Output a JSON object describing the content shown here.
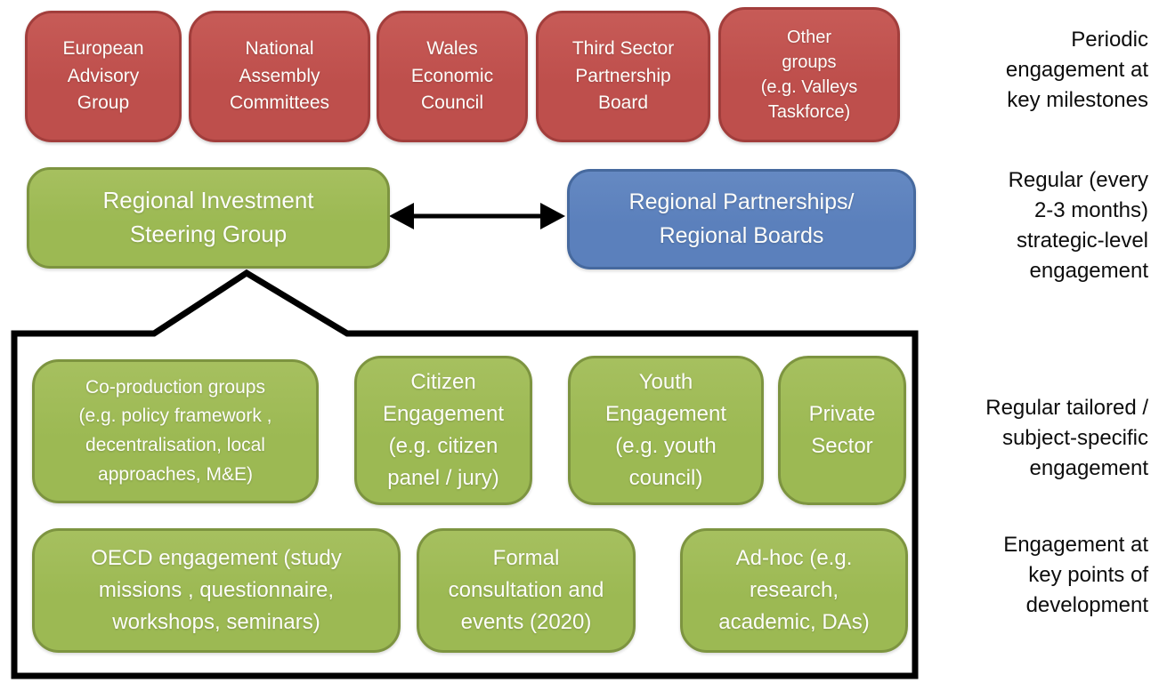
{
  "colors": {
    "red": "#BE4F4C",
    "red_light": "#C75B57",
    "red_border": "#A23E3C",
    "green": "#9CB953",
    "green_light": "#A6C05F",
    "green_border": "#7D9440",
    "blue": "#5B80BC",
    "blue_light": "#6589c2",
    "blue_border": "#46699E",
    "line": "#000000"
  },
  "top_row": [
    {
      "label": "European\nAdvisory\nGroup"
    },
    {
      "label": "National\nAssembly\nCommittees"
    },
    {
      "label": "Wales\nEconomic\nCouncil"
    },
    {
      "label": "Third Sector\nPartnership\nBoard"
    },
    {
      "label": "Other\ngroups\n(e.g. Valleys\nTaskforce)"
    }
  ],
  "strategic_row": {
    "steering_group": "Regional Investment\nSteering Group",
    "partnerships": "Regional Partnerships/\nRegional Boards"
  },
  "engagement_groups": {
    "row1": [
      {
        "label": "Co-production groups\n(e.g. policy framework ,\ndecentralisation, local\napproaches, M&E)"
      },
      {
        "label": "Citizen\nEngagement\n(e.g. citizen\npanel / jury)"
      },
      {
        "label": "Youth\nEngagement\n(e.g. youth\ncouncil)"
      },
      {
        "label": "Private\nSector"
      }
    ],
    "row2": [
      {
        "label": "OECD engagement (study\nmissions , questionnaire,\nworkshops, seminars)"
      },
      {
        "label": "Formal\nconsultation and\nevents (2020)"
      },
      {
        "label": "Ad-hoc (e.g.\nresearch,\nacademic, DAs)"
      }
    ]
  },
  "side_labels": [
    {
      "text": "Periodic\nengagement at\nkey milestones"
    },
    {
      "text": "Regular (every\n2-3 months)\nstrategic-level\nengagement"
    },
    {
      "text": "Regular tailored /\nsubject-specific\nengagement"
    },
    {
      "text": "Engagement at\nkey points of\ndevelopment"
    }
  ]
}
